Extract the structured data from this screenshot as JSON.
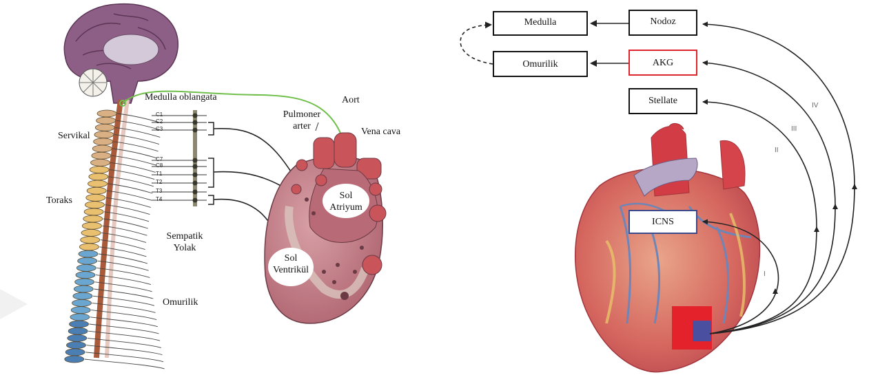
{
  "left_panel": {
    "medulla_label": "Medulla oblangata",
    "servikal_label": "Servikal",
    "toraks_label": "Toraks",
    "sempatik_label": "Sempatik\nYolak",
    "omurilik_label": "Omurilik",
    "pulmoner_label": "Pulmoner\narter",
    "aort_label": "Aort",
    "vena_cava_label": "Vena cava",
    "sol_atriyum_label": "Sol\nAtriyum",
    "sol_ventrikul_label": "Sol\nVentrikül",
    "vertebra_labels": [
      "C1",
      "C2",
      "C3",
      "C7",
      "C8",
      "T1",
      "T2",
      "T3",
      "T4"
    ]
  },
  "right_panel": {
    "medulla_box": "Medulla",
    "nodoz_box": "Nodoz",
    "omurilik_box": "Omurilik",
    "akg_box": "AKG",
    "stellate_box": "Stellate",
    "icns_box": "ICNS",
    "pathways": [
      "I",
      "II",
      "III",
      "IV"
    ]
  },
  "colors": {
    "brain": "#8e5f86",
    "vagus_nerve": "#6fbf4a",
    "akg_border": "#e0242b",
    "icns_border": "#3b4a8a",
    "source_red": "#e3222b",
    "source_blue": "#4b4fa0",
    "heart": "#c9545a"
  }
}
